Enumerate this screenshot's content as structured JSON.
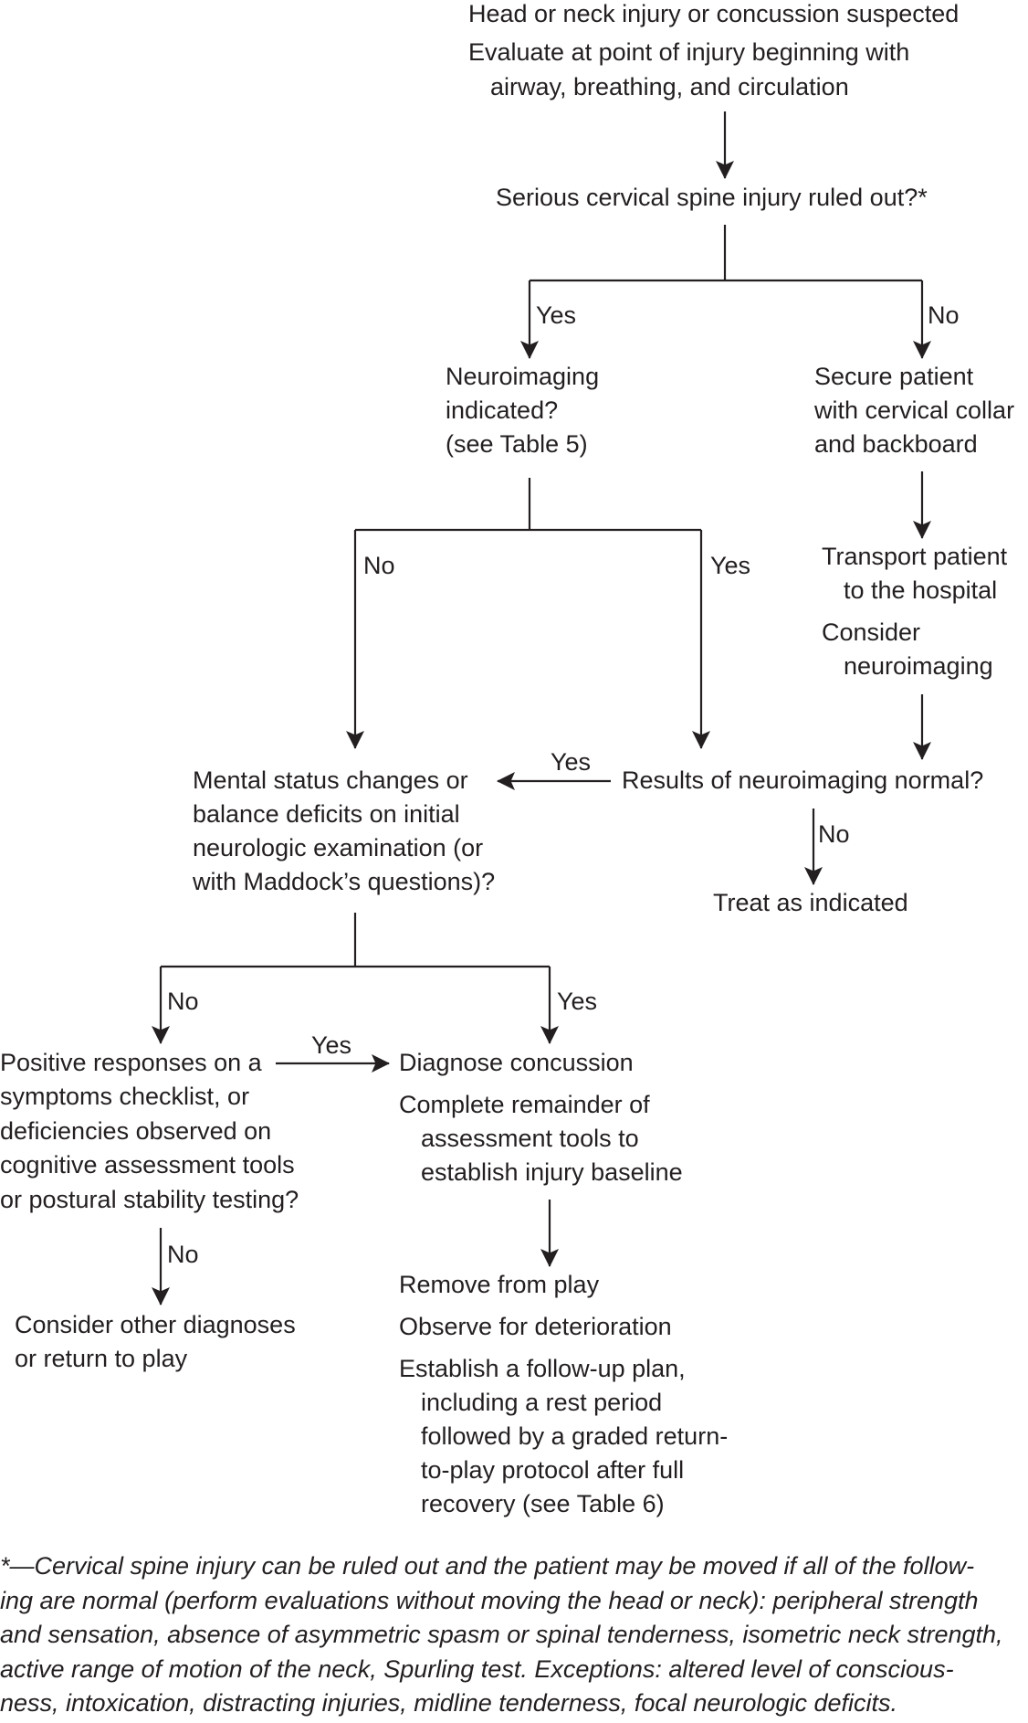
{
  "nodes": {
    "start_line1": "Head or neck injury or concussion suspected",
    "start_line2": "Evaluate at point of injury beginning with",
    "start_line3": "airway, breathing, and circulation",
    "spine_question": "Serious cervical spine injury ruled out?*",
    "neuroimaging_q1": "Neuroimaging",
    "neuroimaging_q2": "indicated?",
    "neuroimaging_q3": "(see Table 5)",
    "secure1": "Secure patient",
    "secure2": "with cervical collar",
    "secure3": "and backboard",
    "transport1": "Transport patient",
    "transport2": "to the hospital",
    "consider1": "Consider",
    "consider2": "neuroimaging",
    "results_q": "Results of neuroimaging normal?",
    "treat": "Treat as indicated",
    "mental1": "Mental status changes or",
    "mental2": "balance deficits on initial",
    "mental3": "neurologic examination (or",
    "mental4": "with Maddock’s questions)?",
    "positive1": "Positive responses on a",
    "positive2": "symptoms checklist, or",
    "positive3": "deficiencies observed on",
    "positive4": "cognitive assessment tools",
    "positive5": "or postural stability testing?",
    "diagnose": "Diagnose concussion",
    "complete1": "Complete remainder of",
    "complete2": "assessment tools to",
    "complete3": "establish injury baseline",
    "consider_other1": "Consider other diagnoses",
    "consider_other2": "or return to play",
    "remove": "Remove from play",
    "observe": "Observe for deterioration",
    "followup1": "Establish a follow-up plan,",
    "followup2": "including a rest period",
    "followup3": "followed by a graded return-",
    "followup4": "to-play protocol after full",
    "followup5": "recovery (see Table 6)"
  },
  "edge_labels": {
    "spine_yes": "Yes",
    "spine_no": "No",
    "neuro_no": "No",
    "neuro_yes": "Yes",
    "results_yes": "Yes",
    "results_no": "No",
    "mental_no": "No",
    "mental_yes": "Yes",
    "positive_yes": "Yes",
    "positive_no": "No"
  },
  "footnote": {
    "line1": "*—Cervical spine injury can be ruled out and the patient may be moved if all of the follow-",
    "line2": "ing are normal (perform evaluations without moving the head or neck): peripheral strength",
    "line3": "and sensation, absence of asymmetric spasm or spinal tenderness, isometric neck strength,",
    "line4": "active range of motion of the neck, Spurling test. Exceptions: altered level of conscious-",
    "line5": "ness, intoxication, distracting injuries, midline tenderness, focal neurologic deficits."
  },
  "colors": {
    "ink": "#231f20",
    "background": "#ffffff"
  }
}
